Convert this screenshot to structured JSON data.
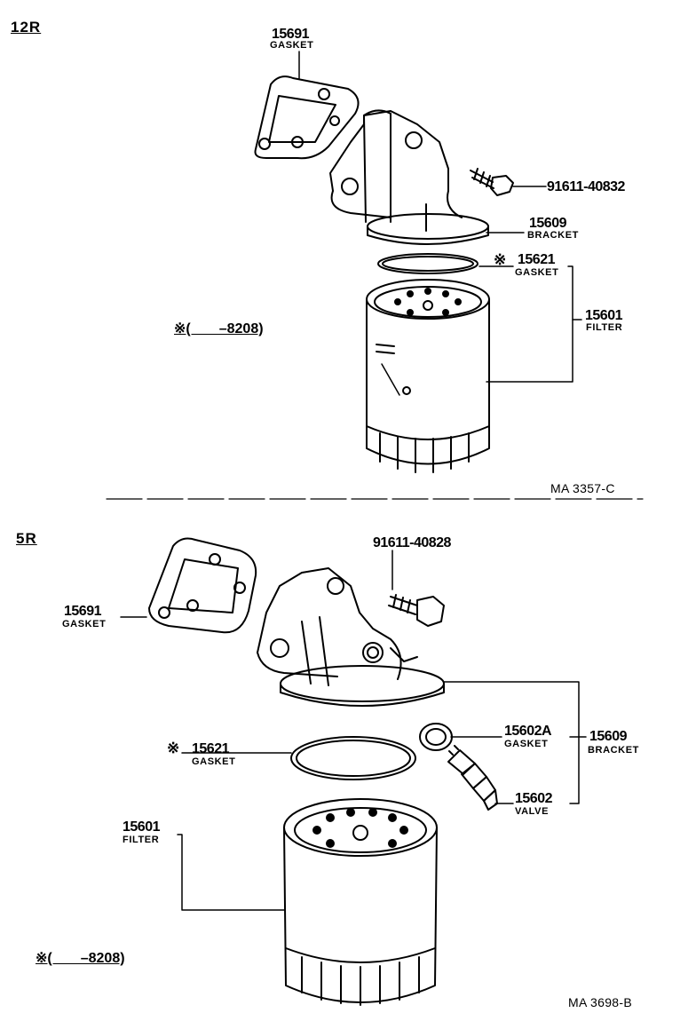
{
  "top": {
    "section": "12R",
    "gasket_num": "15691",
    "gasket_name": "GASKET",
    "bolt_num": "91611-40832",
    "bracket_num": "15609",
    "bracket_name": "BRACKET",
    "oring_mark": "※",
    "oring_num": "15621",
    "oring_name": "GASKET",
    "filter_num": "15601",
    "filter_name": "FILTER",
    "note": "※(　　–8208)",
    "drawing_code": "MA 3357-C"
  },
  "bottom": {
    "section": "5R",
    "bolt_num": "91611-40828",
    "gasket_num": "15691",
    "gasket_name": "GASKET",
    "oring_mark": "※",
    "oring_num": "15621",
    "oring_name": "GASKET",
    "seal_num": "15602A",
    "seal_name": "GASKET",
    "bracket_num": "15609",
    "bracket_name": "BRACKET",
    "valve_num": "15602",
    "valve_name": "VALVE",
    "filter_num": "15601",
    "filter_name": "FILTER",
    "note": "※(　　–8208)",
    "drawing_code": "MA  3698-B"
  }
}
